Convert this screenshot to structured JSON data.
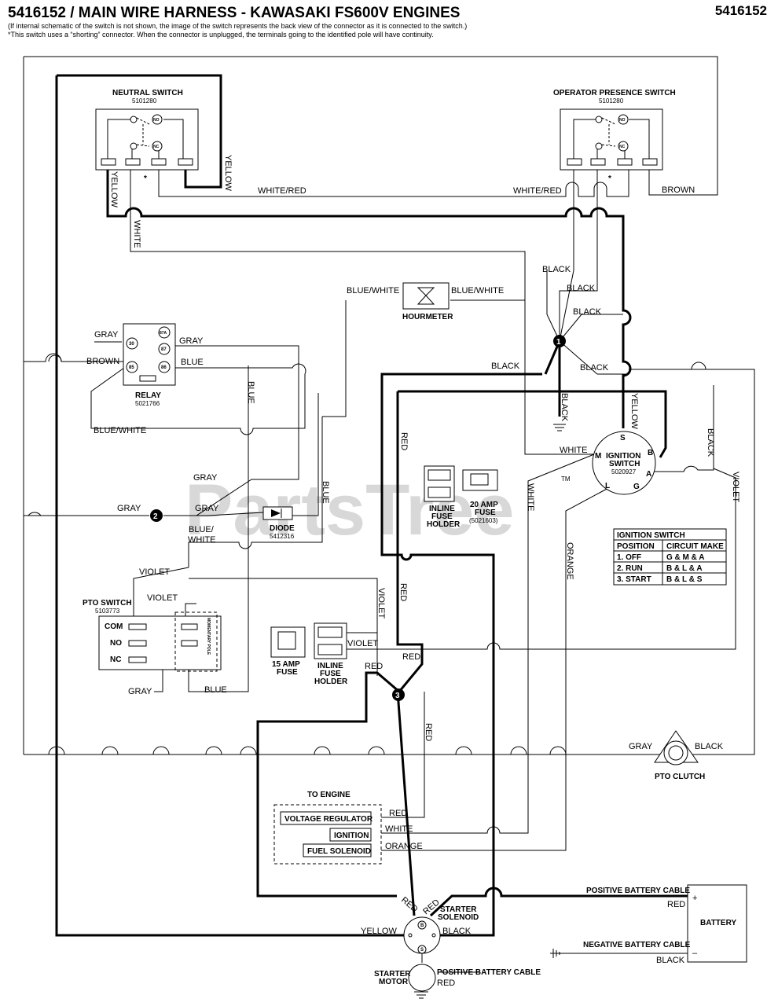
{
  "header": {
    "title": "5416152 / MAIN WIRE HARNESS - KAWASAKI FS600V ENGINES",
    "part_number": "5416152",
    "note1": "(If internal schematic of the switch is not shown, the image of the switch represents the back view of the connector as it is connected to the switch.)",
    "note2": "*This switch uses a “shorting” connector. When the connector is unplugged, the terminals going to the identified pole will have continuity."
  },
  "watermark": "PartsTree",
  "trademark": "TM",
  "components": {
    "neutral_switch": {
      "title": "NEUTRAL SWITCH",
      "part": "5101280",
      "no": "NO",
      "nc": "NC",
      "star": "*"
    },
    "operator_switch": {
      "title": "OPERATOR PRESENCE SWITCH",
      "part": "5101280",
      "no": "NO",
      "nc": "NC",
      "star": "*"
    },
    "hourmeter": {
      "title": "HOURMETER"
    },
    "relay": {
      "title": "RELAY",
      "part": "5021766",
      "pins": [
        "30",
        "87A",
        "87",
        "85",
        "86"
      ]
    },
    "inline_fuse_holder_a": {
      "l1": "INLINE",
      "l2": "FUSE",
      "l3": "HOLDER"
    },
    "fuse_20": {
      "l1": "20 AMP",
      "l2": "FUSE",
      "part": "(5021603)"
    },
    "diode": {
      "title": "DIODE",
      "part": "5412316"
    },
    "ignition_switch": {
      "l1": "IGNITION",
      "l2": "SWITCH",
      "part": "5020927",
      "pins": [
        "S",
        "B",
        "M",
        "A",
        "L",
        "G"
      ]
    },
    "pto_switch": {
      "title": "PTO SWITCH",
      "part": "5103773",
      "com": "COM",
      "no": "NO",
      "nc": "NC",
      "pole": "MOMENTARY POLE"
    },
    "fuse_15": {
      "l1": "15 AMP",
      "l2": "FUSE"
    },
    "inline_fuse_holder_b": {
      "l1": "INLINE",
      "l2": "FUSE",
      "l3": "HOLDER"
    },
    "pto_clutch": {
      "title": "PTO CLUTCH"
    },
    "to_engine": {
      "title": "TO ENGINE",
      "items": [
        "VOLTAGE REGULATOR",
        "IGNITION",
        "FUEL SOLENOID"
      ]
    },
    "starter_solenoid": {
      "l1": "STARTER",
      "l2": "SOLENOID",
      "b": "B",
      "s": "S"
    },
    "starter_motor": {
      "l1": "STARTER",
      "l2": "MOTOR"
    },
    "battery": {
      "title": "BATTERY",
      "plus": "+",
      "minus": "–"
    },
    "splices": [
      "1",
      "2",
      "3"
    ]
  },
  "ignition_table": {
    "title": "IGNITION SWITCH",
    "headers": [
      "POSITION",
      "CIRCUIT MAKE"
    ],
    "rows": [
      [
        "1. OFF",
        "G & M & A"
      ],
      [
        "2. RUN",
        "B & L & A"
      ],
      [
        "3. START",
        "B & L & S"
      ]
    ]
  },
  "wire_labels": {
    "yellow_ns_right": "YELLOW",
    "yellow_ns_left": "YELLOW",
    "white_ns": "WHITE",
    "white_red_left": "WHITE/RED",
    "white_red_right": "WHITE/RED",
    "brown_ops": "BROWN",
    "black_1": "BLACK",
    "black_2": "BLACK",
    "black_3": "BLACK",
    "black_4": "BLACK",
    "black_5": "BLACK",
    "black_ground": "BLACK",
    "yellow_ign": "YELLOW",
    "black_right": "BLACK",
    "violet_right": "VIOLET",
    "blue_white_hm_l": "BLUE/WHITE",
    "blue_white_hm_r": "BLUE/WHITE",
    "gray_relay_30": "GRAY",
    "gray_relay_87": "GRAY",
    "brown_relay": "BROWN",
    "blue_relay": "BLUE",
    "blue_vert": "BLUE",
    "blue_white_relay": "BLUE/WHITE",
    "red_fuse": "RED",
    "white_ign_m": "WHITE",
    "white_vert": "WHITE",
    "orange_vert": "ORANGE",
    "gray_top": "GRAY",
    "gray_left": "GRAY",
    "gray_right": "GRAY",
    "blue_diode": "BLUE",
    "blue_white_diode_1": "BLUE/",
    "blue_white_diode_2": "WHITE",
    "violet_pto": "VIOLET",
    "violet_pto2": "VIOLET",
    "violet_vert": "VIOLET",
    "violet_fuse": "VIOLET",
    "red_vert": "RED",
    "red_3": "RED",
    "red_3b": "RED",
    "red_3c": "RED",
    "gray_pto": "GRAY",
    "blue_pto": "BLUE",
    "gray_clutch": "GRAY",
    "black_clutch": "BLACK",
    "red_engine": "RED",
    "white_engine": "WHITE",
    "orange_engine": "ORANGE",
    "red_sol_l": "RED",
    "red_sol_r": "RED",
    "yellow_sol": "YELLOW",
    "black_sol": "BLACK",
    "pos_cable_top": "POSITIVE BATTERY CABLE",
    "red_batt": "RED",
    "neg_cable": "NEGATIVE BATTERY CABLE",
    "black_batt": "BLACK",
    "pos_cable_motor": "POSITIVE BATTERY CABLE",
    "red_motor": "RED"
  }
}
